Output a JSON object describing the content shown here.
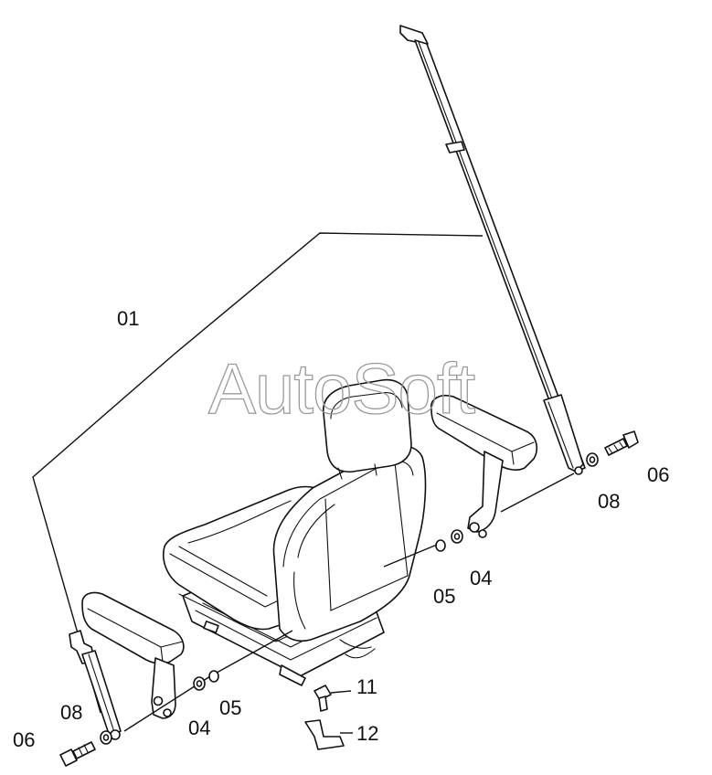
{
  "watermark": "AutoSoft",
  "labels": {
    "l01": "01",
    "l04_right": "04",
    "l05_right": "05",
    "l06_right": "06",
    "l08_right": "08",
    "l04_left": "04",
    "l05_left": "05",
    "l06_left": "06",
    "l08_left": "08",
    "l11": "11",
    "l12": "12"
  }
}
